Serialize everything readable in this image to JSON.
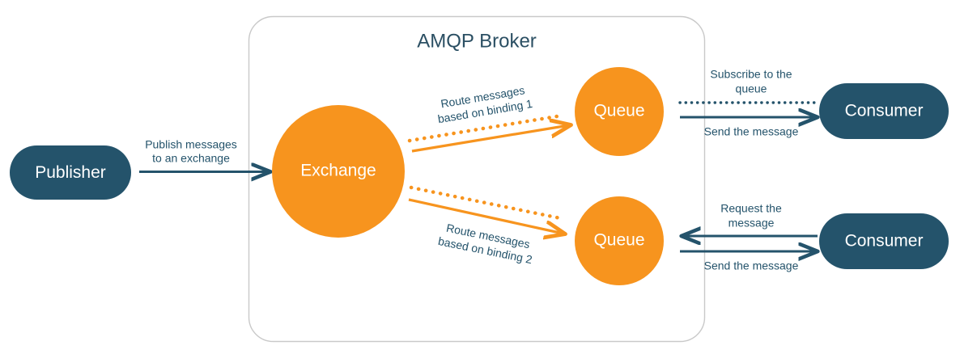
{
  "diagram": {
    "title": "AMQP Broker",
    "colors": {
      "orange": "#F7941E",
      "navy": "#24536B",
      "navy_text": "#24536B",
      "container_border": "#C9C9C9",
      "background": "#FFFFFF",
      "node_text": "#FFFFFF"
    },
    "container": {
      "label": "AMQP Broker",
      "name": "amqp-broker-container"
    },
    "nodes": [
      {
        "id": "publisher",
        "label": "Publisher",
        "shape": "pill",
        "color": "#24536B"
      },
      {
        "id": "exchange",
        "label": "Exchange",
        "shape": "circle",
        "color": "#F7941E"
      },
      {
        "id": "queue-top",
        "label": "Queue",
        "shape": "circle",
        "color": "#F7941E"
      },
      {
        "id": "queue-bottom",
        "label": "Queue",
        "shape": "circle",
        "color": "#F7941E"
      },
      {
        "id": "consumer-top",
        "label": "Consumer",
        "shape": "pill",
        "color": "#24536B"
      },
      {
        "id": "consumer-bottom",
        "label": "Consumer",
        "shape": "pill",
        "color": "#24536B"
      }
    ],
    "edges": [
      {
        "id": "publish",
        "label_line1": "Publish messages",
        "label_line2": "to an exchange",
        "style": "solid",
        "color": "#24536B",
        "direction": "right",
        "from": "publisher",
        "to": "exchange"
      },
      {
        "id": "binding-1-dotted",
        "label_line1": "",
        "label_line2": "",
        "style": "dotted",
        "color": "#F7941E",
        "direction": "right",
        "from": "queue-top",
        "to": "exchange"
      },
      {
        "id": "binding-1",
        "label_line1": "Route messages",
        "label_line2": "based on binding 1",
        "style": "solid",
        "color": "#F7941E",
        "direction": "right",
        "from": "exchange",
        "to": "queue-top"
      },
      {
        "id": "binding-2-dotted",
        "label_line1": "",
        "label_line2": "",
        "style": "dotted",
        "color": "#F7941E",
        "direction": "right",
        "from": "queue-bottom",
        "to": "exchange"
      },
      {
        "id": "binding-2",
        "label_line1": "Route messages",
        "label_line2": "based on binding 2",
        "style": "solid",
        "color": "#F7941E",
        "direction": "right",
        "from": "exchange",
        "to": "queue-bottom"
      },
      {
        "id": "subscribe",
        "label_line1": "Subscribe to the",
        "label_line2": "queue",
        "style": "dotted",
        "color": "#24536B",
        "direction": "right",
        "from": "consumer-top",
        "to": "queue-top"
      },
      {
        "id": "send-message-top",
        "label_line1": "Send the message",
        "label_line2": "",
        "style": "solid",
        "color": "#24536B",
        "direction": "right",
        "from": "queue-top",
        "to": "consumer-top"
      },
      {
        "id": "request-message",
        "label_line1": "Request the",
        "label_line2": "message",
        "style": "solid",
        "color": "#24536B",
        "direction": "left",
        "from": "consumer-bottom",
        "to": "queue-bottom"
      },
      {
        "id": "send-message-bottom",
        "label_line1": "Send the message",
        "label_line2": "",
        "style": "solid",
        "color": "#24536B",
        "direction": "right",
        "from": "queue-bottom",
        "to": "consumer-bottom"
      }
    ]
  }
}
